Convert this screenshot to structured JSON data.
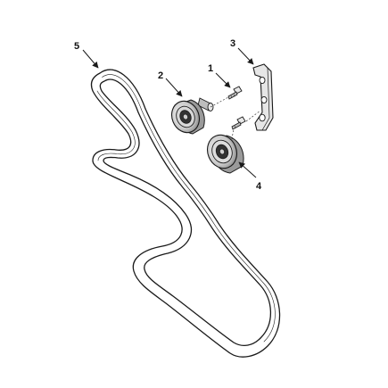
{
  "diagram": {
    "callouts": [
      {
        "id": "1",
        "text": "1"
      },
      {
        "id": "2",
        "text": "2"
      },
      {
        "id": "3",
        "text": "3"
      },
      {
        "id": "4",
        "text": "4"
      },
      {
        "id": "5",
        "text": "5"
      }
    ],
    "colors": {
      "line": "#1a1a1a",
      "shade_dark": "#333333",
      "shade_mid": "#9a9a9a",
      "shade_light": "#dcdcdc",
      "background": "#ffffff"
    }
  }
}
